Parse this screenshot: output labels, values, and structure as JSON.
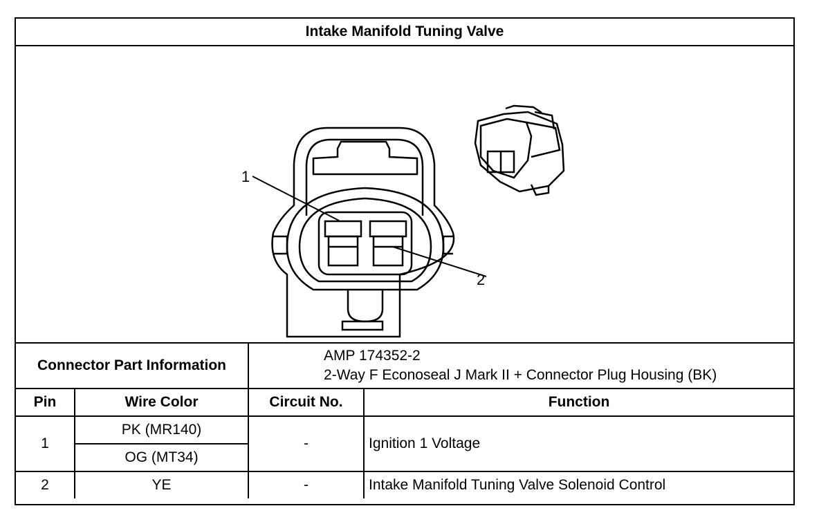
{
  "title": "Intake Manifold Tuning Valve",
  "diagram": {
    "callouts": [
      "1",
      "2"
    ]
  },
  "connector_part_information": {
    "label": "Connector Part Information",
    "part_number": "AMP 174352-2",
    "description": "2-Way F Econoseal J Mark II + Connector Plug Housing (BK)"
  },
  "table": {
    "headers": [
      "Pin",
      "Wire Color",
      "Circuit No.",
      "Function"
    ],
    "rows": [
      {
        "pin": "1",
        "wire_colors": [
          "PK (MR140)",
          "OG (MT34)"
        ],
        "circuit": "-",
        "function": "Ignition 1 Voltage"
      },
      {
        "pin": "2",
        "wire_colors": [
          "YE"
        ],
        "circuit": "-",
        "function": "Intake Manifold Tuning Valve Solenoid Control"
      }
    ]
  }
}
